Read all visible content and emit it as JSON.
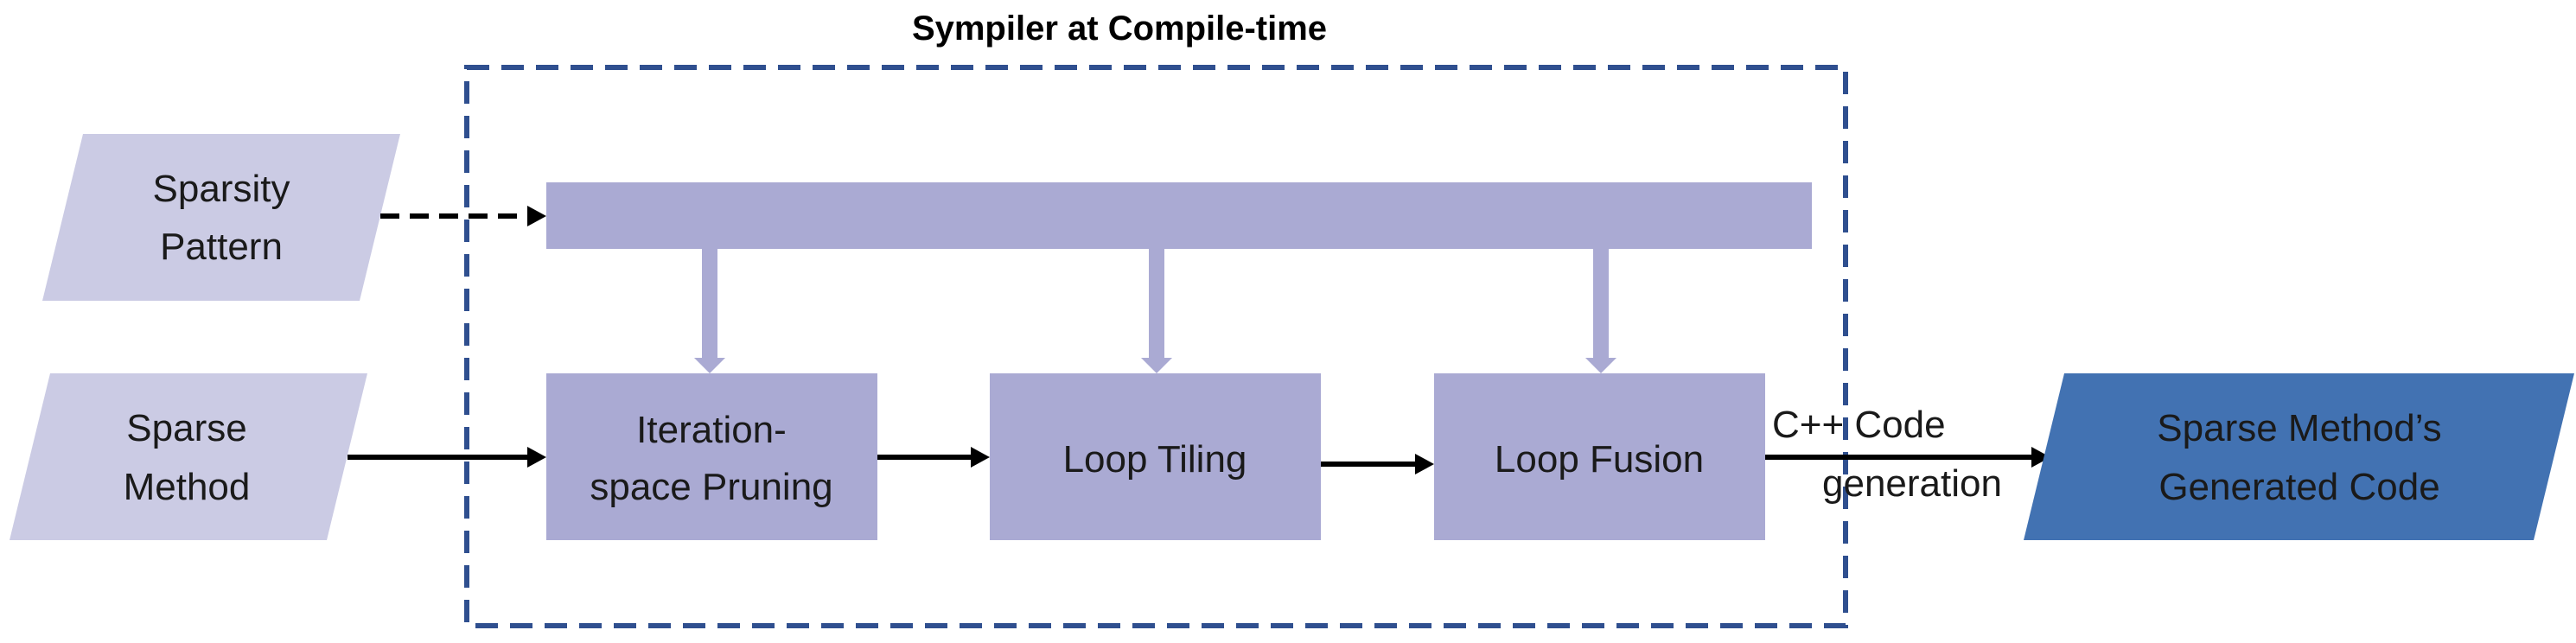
{
  "title": "Sympiler at Compile-time",
  "inputs": {
    "sparsity_pattern": [
      "Sparsity",
      "Pattern"
    ],
    "sparse_method": [
      "Sparse",
      "Method"
    ]
  },
  "stages": {
    "pruning": [
      "Iteration-",
      "space Pruning"
    ],
    "tiling": [
      "Loop Tiling"
    ],
    "fusion": [
      "Loop Fusion"
    ]
  },
  "codegen_label": [
    "C++ Code",
    "generation"
  ],
  "output": [
    "Sparse Method’s",
    "Generated Code"
  ],
  "colors": {
    "input_fill": "#cbcbe4",
    "stage_fill": "#aaaad3",
    "output_fill": "#4272b2",
    "dashed_border": "#2f4f8f",
    "arrow": "#000000",
    "down_arrow": "#aaaad3"
  }
}
